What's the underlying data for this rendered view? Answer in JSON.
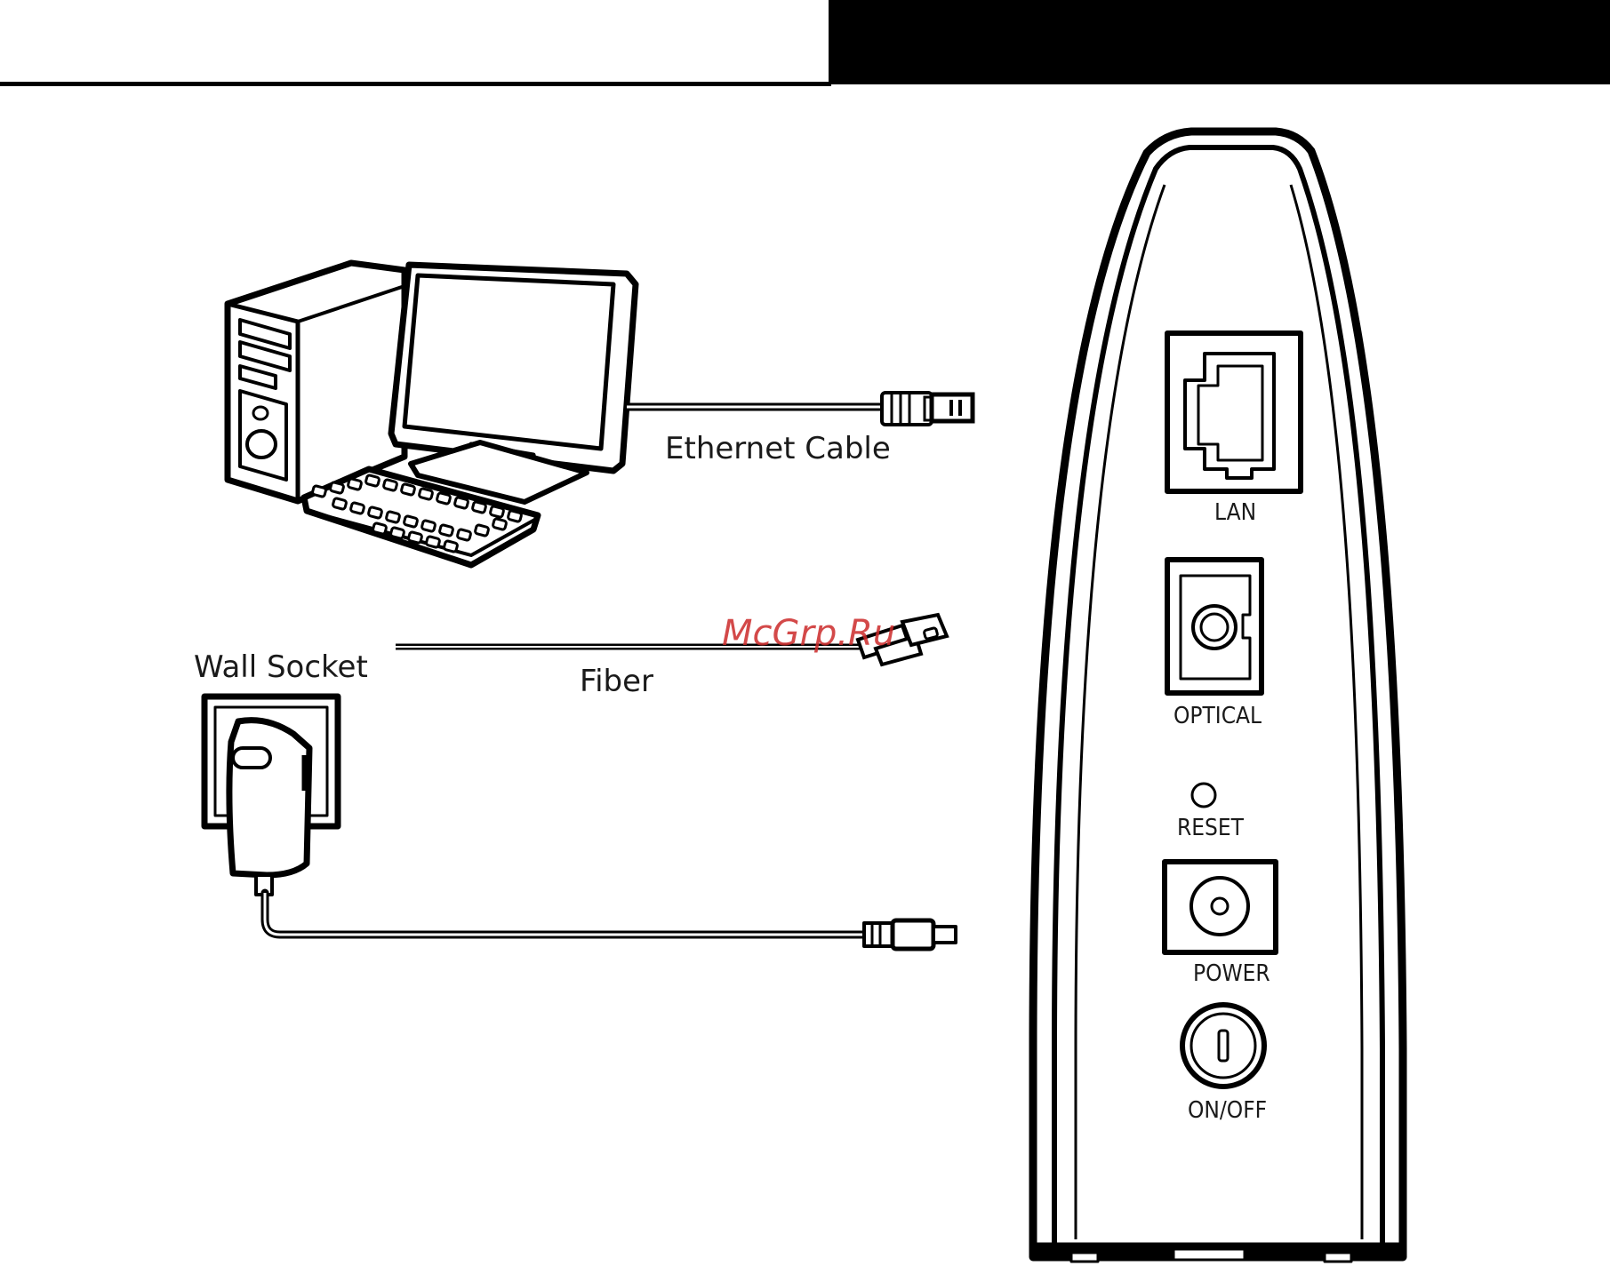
{
  "labels": {
    "ethernet_cable": "Ethernet Cable",
    "fiber": "Fiber",
    "wall_socket": "Wall Socket"
  },
  "ports": {
    "lan": "LAN",
    "optical": "OPTICAL",
    "reset": "RESET",
    "power": "POWER",
    "on_off": "ON/OFF"
  },
  "watermark": "McGrp.Ru",
  "colors": {
    "ink": "#000000",
    "header_bar": "#000000",
    "watermark": "#cc2a2a"
  }
}
